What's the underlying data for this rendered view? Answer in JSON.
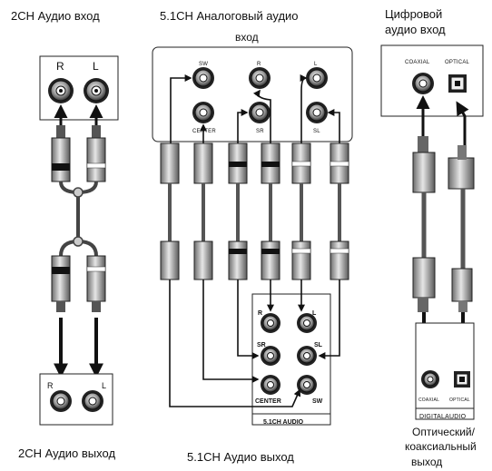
{
  "titles": {
    "stereo_in": "2CH Аудио вход",
    "surround_in_line1": "5.1CH Аналоговый аудио",
    "surround_in_line2": "вход",
    "digital_in_line1": "Цифровой",
    "digital_in_line2": "аудио вход",
    "stereo_out": "2CH Аудио выход",
    "surround_out": "5.1CH Аудио выход",
    "digital_out_line1": "Оптический/",
    "digital_out_line2": "коаксиальный",
    "digital_out_line3": "выход"
  },
  "jack_labels": {
    "stereo_in_r": "R",
    "stereo_in_l": "L",
    "surround_sw": "SW",
    "surround_r": "R",
    "surround_l": "L",
    "surround_center": "CENTER",
    "surround_sr": "SR",
    "surround_sl": "SL",
    "digital_coaxial": "COAXIAL",
    "digital_optical": "OPTICAL",
    "stereo_out_r": "R",
    "stereo_out_l": "L",
    "out51_r": "R",
    "out51_l": "L",
    "out51_sr": "SR",
    "out51_sl": "SL",
    "out51_center": "CENTER",
    "out51_sw": "SW",
    "out51_panel": "5.1CH AUDIO",
    "digital_out_coaxial": "COAXIAL",
    "digital_out_optical": "OPTICAL",
    "digital_out_panel": "DIGITALAUDIO"
  }
}
